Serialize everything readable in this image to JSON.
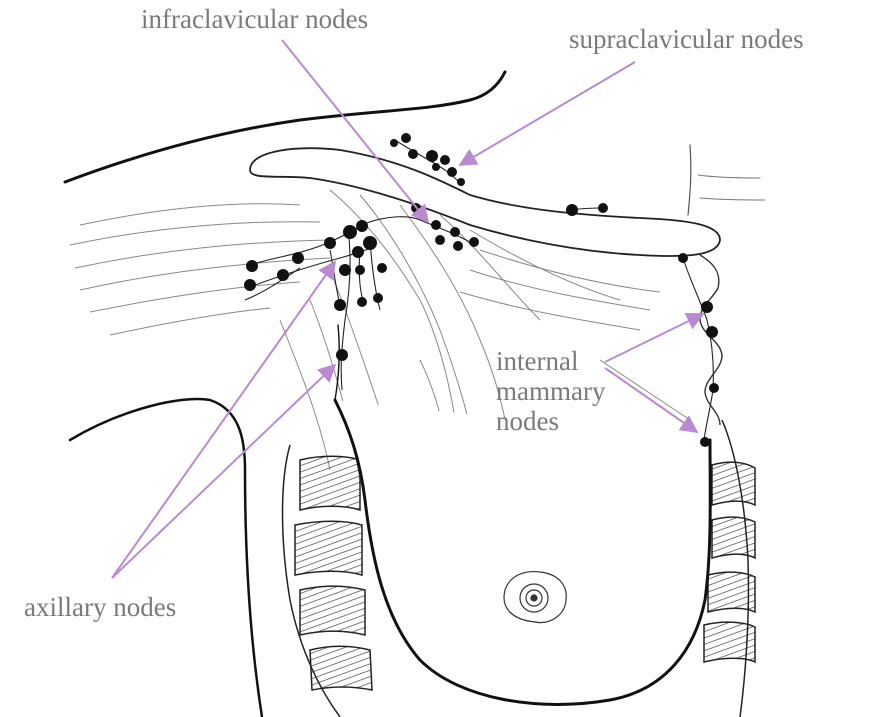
{
  "labels": {
    "infraclavicular": "infraclavicular nodes",
    "supraclavicular": "supraclavicular nodes",
    "internal_mammary": [
      "internal",
      "mammary",
      "nodes"
    ],
    "axillary": "axillary nodes"
  },
  "colors": {
    "arrow": "#b98ad0",
    "label_text": "#7a7a7a",
    "ink": "#111111"
  }
}
